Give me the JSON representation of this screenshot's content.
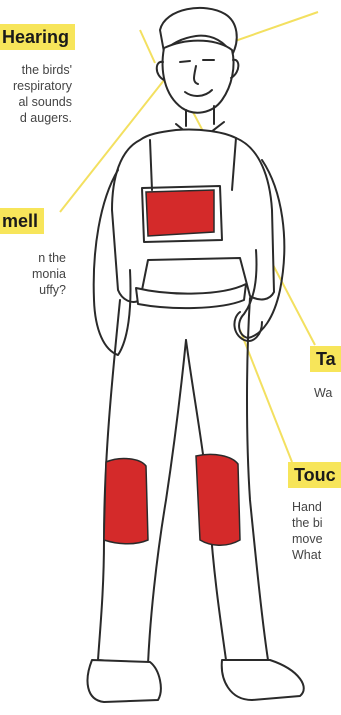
{
  "senses": {
    "hearing": {
      "title": "Hearing",
      "lines": [
        "the birds'",
        "respiratory",
        "al sounds",
        "d augers."
      ]
    },
    "smell": {
      "title": "mell",
      "lines": [
        "n the",
        "monia",
        "uffy?"
      ]
    },
    "taste": {
      "title": "Ta",
      "lines": [
        "Wa"
      ]
    },
    "touch": {
      "title": "Touc",
      "lines": [
        "Hand",
        "the bi",
        "move",
        "What"
      ]
    }
  },
  "colors": {
    "label_bg": "#f7e55a",
    "leader": "#f3e060",
    "patch": "#d42a2a"
  }
}
